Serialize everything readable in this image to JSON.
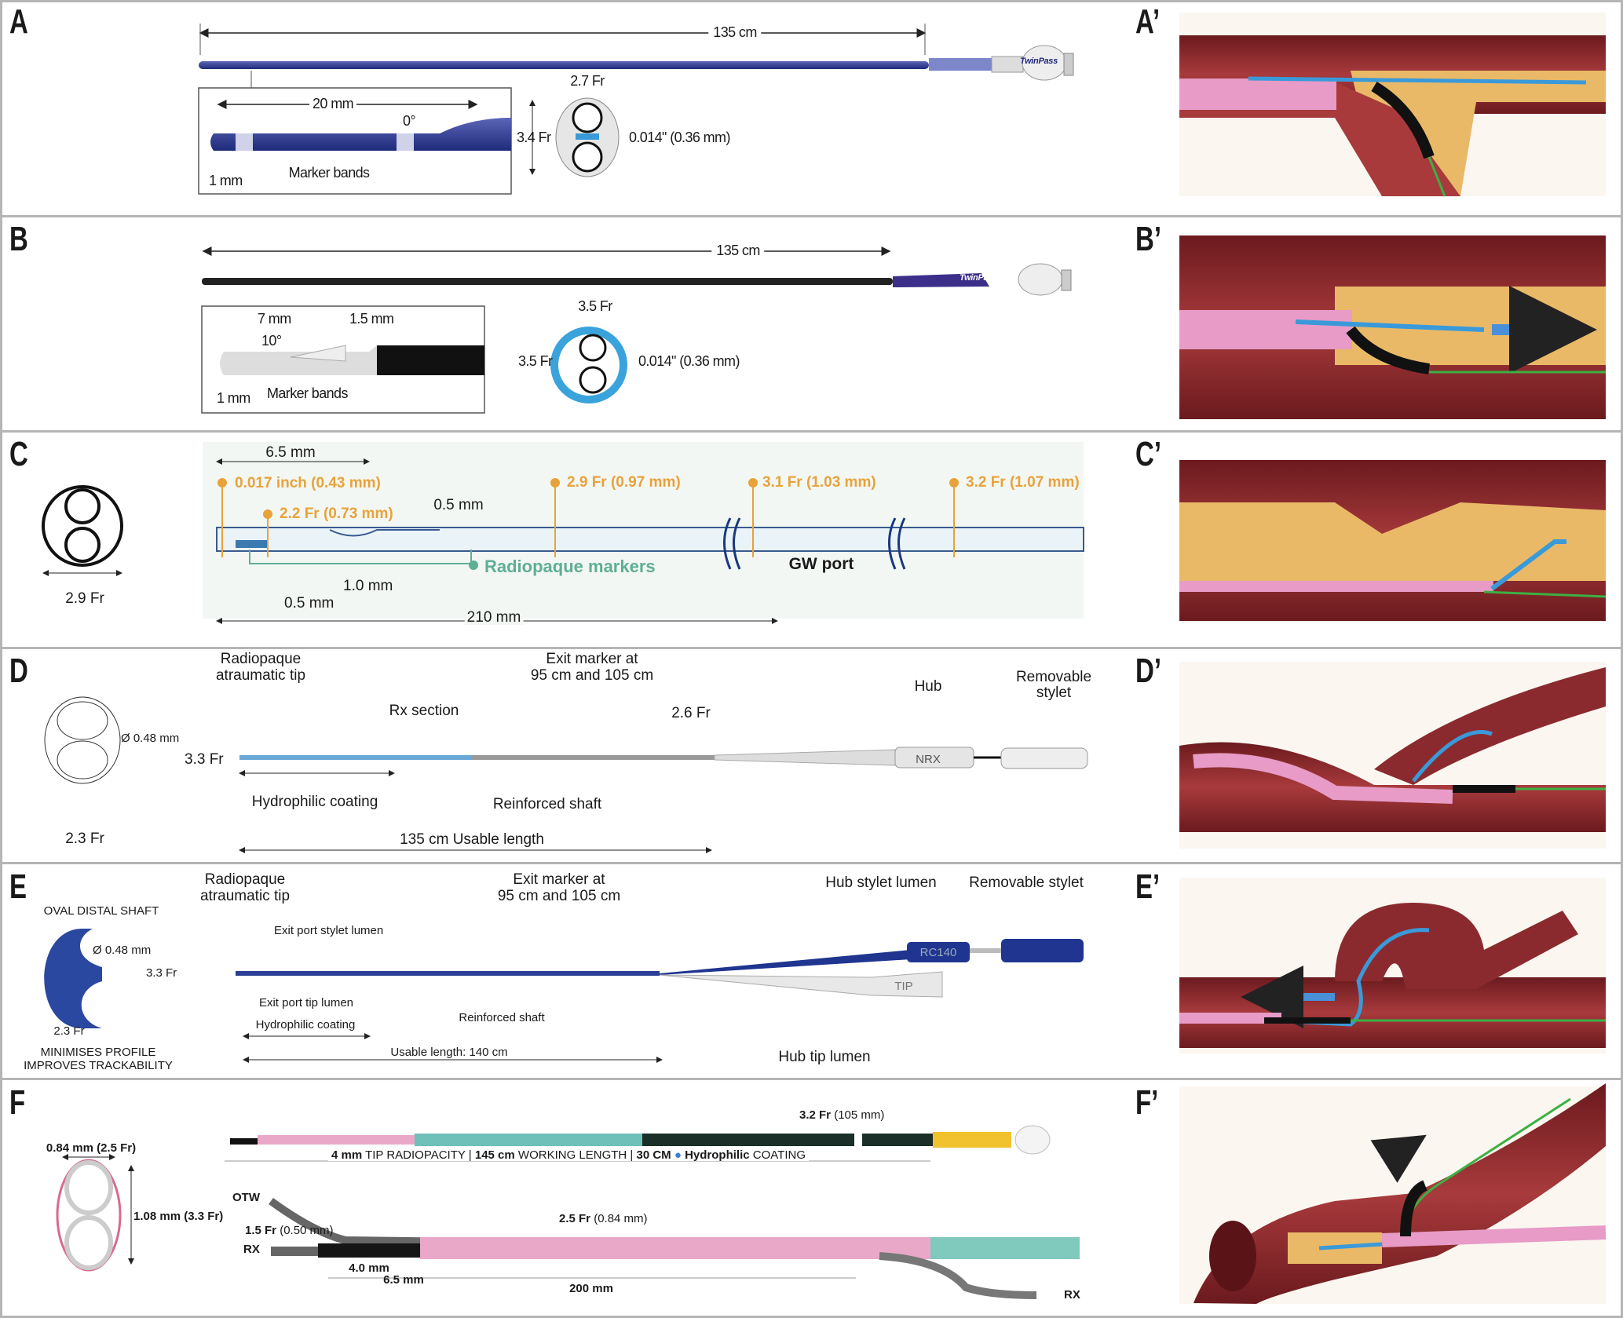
{
  "panel_labels": {
    "A": "A",
    "A_prime": "A’",
    "B": "B",
    "B_prime": "B’",
    "C": "C",
    "C_prime": "C’",
    "D": "D",
    "D_prime": "D’",
    "E": "E",
    "E_prime": "E’",
    "F": "F",
    "F_prime": "F’"
  },
  "panel_a": {
    "length": "135 cm",
    "tip_length": "20 mm",
    "angle": "0°",
    "outer_height": "3.4 Fr",
    "outer_width": "2.7 Fr",
    "lumen": "0.014\" (0.36 mm)",
    "tip_offset": "1 mm",
    "marker_bands": "Marker bands",
    "brand": "TwinPass"
  },
  "panel_b": {
    "length": "135 cm",
    "tip_length": "7 mm",
    "bevel_length": "1.5 mm",
    "angle": "10°",
    "tip_offset": "1 mm",
    "marker_bands": "Marker bands",
    "outer_width": "3.5 Fr",
    "outer_height": "3.5 Fr",
    "lumen": "0.014\" (0.36 mm)",
    "brand": "TwinPass"
  },
  "panel_c": {
    "section_label": "2.9 Fr",
    "tip_length": "6.5 mm",
    "tip_diameter": "0.017 inch (0.43 mm)",
    "d1": "2.2 Fr (0.73 mm)",
    "d2": "2.9 Fr (0.97 mm)",
    "d3": "3.1 Fr (1.03 mm)",
    "d4": "3.2 Fr (1.07 mm)",
    "marker_width": "0.5 mm",
    "markers": "Radiopaque markers",
    "gw_port": "GW port",
    "gap1": "1.0 mm",
    "gap2": "0.5 mm",
    "total": "210 mm",
    "accent": "#e8a23a",
    "marker_color": "#5fae96"
  },
  "panel_d": {
    "tip": [
      "Radiopaque",
      "atraumatic tip"
    ],
    "rx": "Rx section",
    "exit": [
      "Exit marker at",
      "95 cm and 105 cm"
    ],
    "profile": "2.6 Fr",
    "hub": "Hub",
    "stylet": [
      "Removable",
      "stylet"
    ],
    "lumen": "Ø 0.48 mm",
    "height": "3.3 Fr",
    "width": "2.3 Fr",
    "coating": "Hydrophilic coating",
    "shaft": "Reinforced shaft",
    "usable": "135 cm Usable length",
    "hub_brand": "NRX"
  },
  "panel_e": {
    "oval": "OVAL DISTAL SHAFT",
    "lumen": "Ø 0.48 mm",
    "height": "3.3 Fr",
    "width": "2.3 Fr",
    "benefit": [
      "MINIMISES PROFILE",
      "IMPROVES TRACKABILITY"
    ],
    "tip": [
      "Radiopaque",
      "atraumatic tip"
    ],
    "stylet_port": "Exit port stylet lumen",
    "exit": [
      "Exit marker at",
      "95 cm and 105 cm"
    ],
    "hub_stylet": "Hub stylet lumen",
    "removable": "Removable stylet",
    "tip_port": "Exit port tip lumen",
    "coating": "Hydrophilic coating",
    "shaft": "Reinforced shaft",
    "usable": "Usable length: 140 cm",
    "hub_tip": "Hub tip lumen",
    "hub_brand": "RC140",
    "tip_brand": "TIP"
  },
  "panel_f": {
    "width": "0.84 mm (2.5 Fr)",
    "height": "1.08 mm (3.3 Fr)",
    "proximal": {
      "bold": "3.2 Fr",
      "rest": " (105 mm)"
    },
    "spec": {
      "a": "4 mm",
      "b": " TIP RADIOPACITY | ",
      "c": "145 cm",
      "d": " WORKING LENGTH | ",
      "e": "30 CM",
      "f": " ● ",
      "g": "Hydrophilic",
      "h": " COATING"
    },
    "otw": "OTW",
    "mid": {
      "bold": "2.5 Fr",
      "rest": " (0.84 mm)"
    },
    "tip": {
      "bold": "1.5 Fr",
      "rest": " (0.50 mm)"
    },
    "rx": "RX",
    "l1": "4.0 mm",
    "l2": "6.5 mm",
    "l3": "200 mm",
    "rx2": "RX"
  }
}
